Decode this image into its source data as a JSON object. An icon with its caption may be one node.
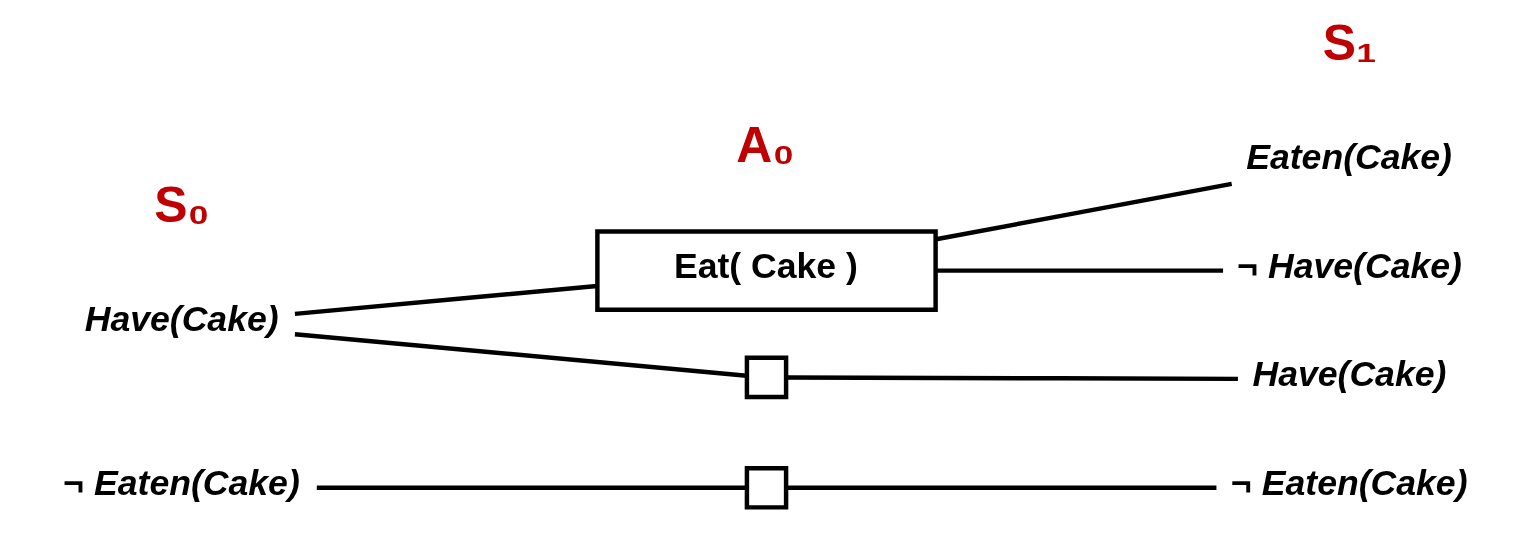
{
  "diagram": {
    "nodes": [
      {
        "text": [
          "Have(Cake)"
        ]
      },
      {
        "text": [
          "¬ Eaten(Cake)"
        ]
      },
      {
        "text": [],
        "shape": "box"
      },
      {
        "text": [
          "Eat( Cake )"
        ]
      },
      {
        "text": [],
        "shape": "box"
      },
      {
        "text": [
          "Have(Cake)"
        ]
      },
      {
        "text": [
          "¬ Have(Cake)"
        ]
      },
      {
        "text": [
          "Eaten(Cake)"
        ]
      },
      {
        "text": [
          "¬ Eaten(Cake)"
        ]
      }
    ],
    "edges": [
      {
        "from": 0,
        "to": 2,
        "arrow": "none"
      },
      {
        "from": 2,
        "to": 5,
        "arrow": "none"
      },
      {
        "from": 0,
        "to": 3,
        "arrow": "none"
      },
      {
        "from": 3,
        "to": 6,
        "arrow": "none"
      },
      {
        "from": 3,
        "to": 7,
        "arrow": "none"
      },
      {
        "from": 1,
        "to": 4,
        "arrow": "none"
      },
      {
        "from": 4,
        "to": 8,
        "arrow": "none"
      }
    ],
    "labels": [
      "S₀",
      "A₀",
      "S₁"
    ]
  }
}
